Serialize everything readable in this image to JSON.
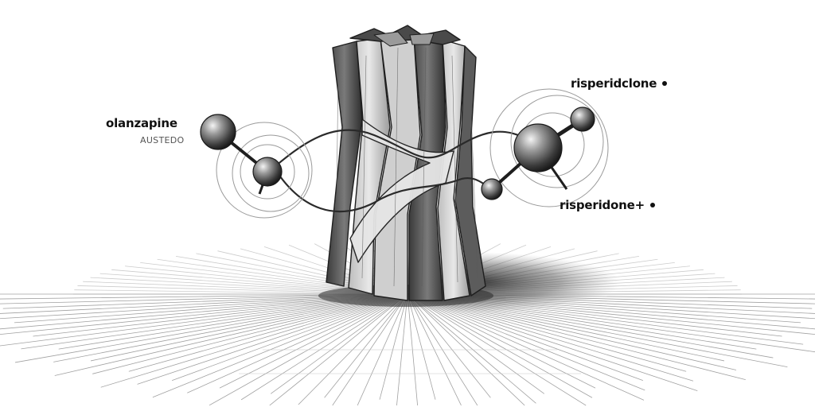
{
  "labels": {
    "left_primary": "olanzapine",
    "left_secondary": "AUSTEDO",
    "right_top": "risperidclone",
    "right_bottom": "risperidone+"
  },
  "colors": {
    "ink": "#111111",
    "pencil_dark": "#2b2b2b",
    "pencil_mid": "#6a6a6a",
    "pencil_light": "#a8a8a8",
    "paper": "#ffffff"
  },
  "icons": [
    "bullet-dot-icon"
  ]
}
